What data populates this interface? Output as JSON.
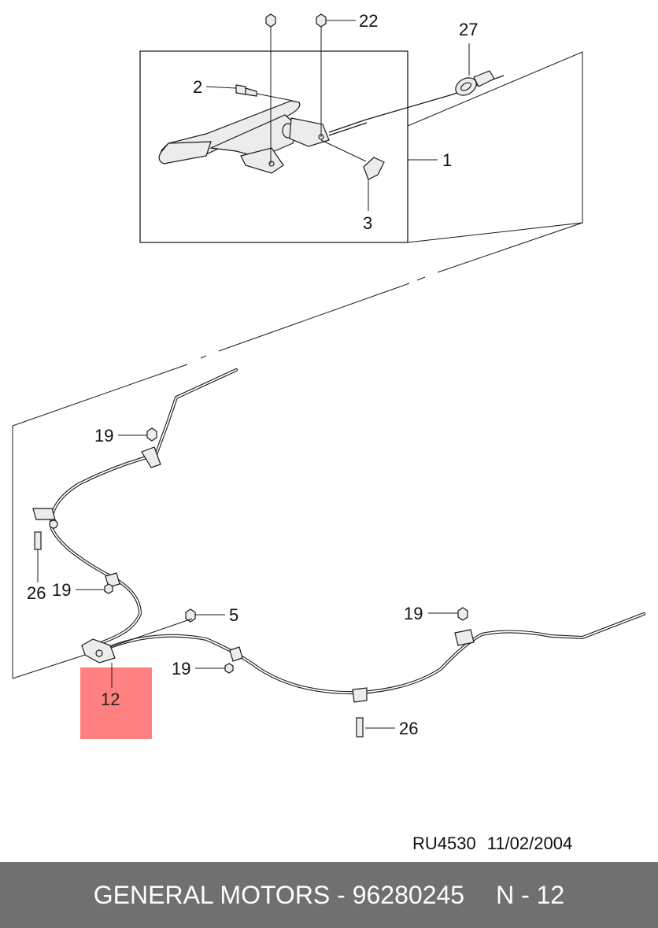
{
  "callouts": {
    "c22": "22",
    "c27": "27",
    "c2": "2",
    "c1": "1",
    "c3": "3",
    "c19a": "19",
    "c26a": "26",
    "c19b": "19",
    "c5": "5",
    "c19c": "19",
    "c19d": "19",
    "c12": "12",
    "c26b": "26"
  },
  "highlight": {
    "label": "12",
    "color": "#ff8080"
  },
  "reference": {
    "code": "RU4530",
    "date": "11/02/2004"
  },
  "footer": {
    "brand": "GENERAL MOTORS - 96280245",
    "page": "N - 12",
    "background": "#707070"
  }
}
